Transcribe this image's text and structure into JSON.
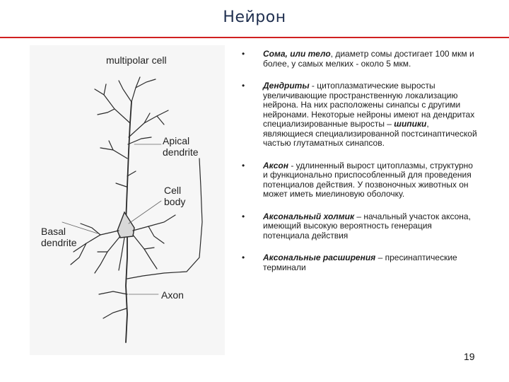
{
  "slide": {
    "title": "Нейрон",
    "page_number": "19"
  },
  "figure": {
    "caption": "multipolar cell",
    "labels": {
      "apical_line1": "Apical",
      "apical_line2": "dendrite",
      "cell_line1": "Cell",
      "cell_line2": "body",
      "basal_line1": "Basal",
      "basal_line2": "dendrite",
      "axon": "Axon"
    }
  },
  "bullets": [
    {
      "term": "Сома, или тело",
      "text": ", диаметр сомы достигает 100 мкм и более, у самых мелких - около 5 мкм."
    },
    {
      "term": "Дендриты",
      "text": " - цитоплазматические выросты увеличивающие пространственную локализацию нейрона. На них расположены синапсы с другими нейронами. Некоторые нейроны имеют на дендритах специализированные выросты – ",
      "term2": "шипики",
      "text2": ", являющиеся специализированной постсинаптической частью глутаматных синапсов."
    },
    {
      "term": "Аксон",
      "text": " - удлиненный вырост цитоплазмы, структурно и функционально приспособленный для проведения потенциалов действия. У позвоночных животных он может иметь миелиновую оболочку."
    },
    {
      "term": "Аксональный холмик",
      "text": " – начальный участок аксона, имеющий высокую вероятность генерация потенциала действия"
    },
    {
      "term": "Аксональные расширения",
      "text": " – пресинаптические терминали"
    }
  ]
}
